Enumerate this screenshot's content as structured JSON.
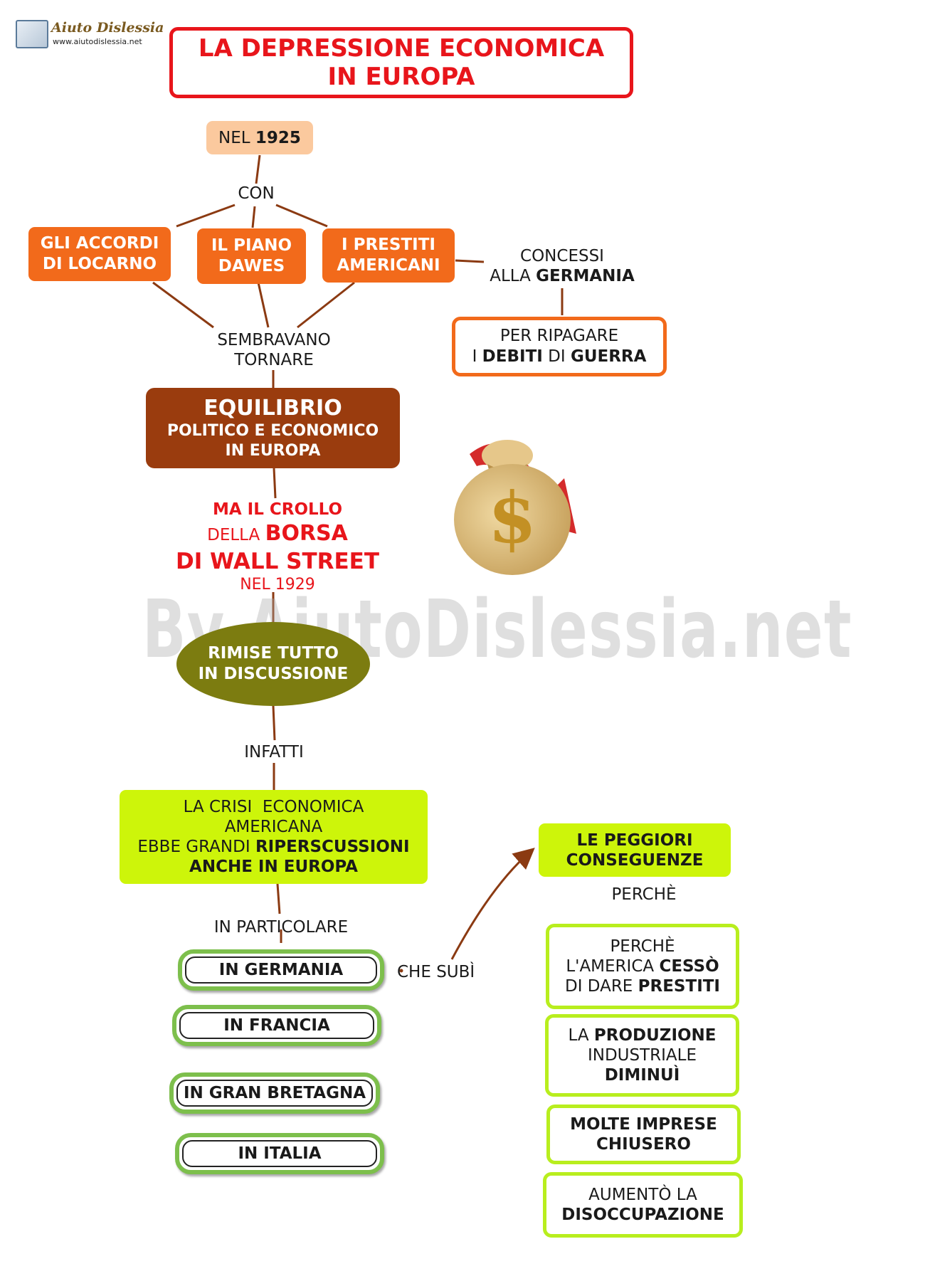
{
  "logo": {
    "name": "Aiuto Dislessia",
    "url": "www.aiutodislessia.net"
  },
  "title": {
    "line1": "LA DEPRESSIONE ECONOMICA",
    "line2": "IN EUROPA"
  },
  "year": {
    "prefix": "NEL",
    "value": "1925"
  },
  "connectors": {
    "con": "CON",
    "sembravano1": "SEMBRAVANO",
    "sembravano2": "TORNARE",
    "infatti": "INFATTI",
    "in_particolare": "IN PARTICOLARE",
    "che_subi": "CHE SUBÌ",
    "perche": "PERCHÈ"
  },
  "factors": [
    {
      "line1": "GLI ACCORDI",
      "line2": "DI LOCARNO"
    },
    {
      "line1": "IL PIANO",
      "line2": "DAWES"
    },
    {
      "line1": "I PRESTITI",
      "line2": "AMERICANI"
    }
  ],
  "loans_note": {
    "line1": "CONCESSI",
    "line2_prefix": "ALLA",
    "line2_bold": "GERMANIA"
  },
  "debts": {
    "line1": "PER RIPAGARE",
    "l2a": "I",
    "l2b": "DEBITI",
    "l2c": "DI",
    "l2d": "GUERRA"
  },
  "equilibrium": {
    "line1": "EQUILIBRIO",
    "line2": "POLITICO E ECONOMICO",
    "line3": "IN EUROPA"
  },
  "crash": {
    "line1": "MA IL CROLLO",
    "line2_prefix": "DELLA",
    "line2_bold": "BORSA",
    "line3": "DI WALL STREET",
    "line4": "NEL 1929"
  },
  "discussion": {
    "line1": "RIMISE TUTTO",
    "line2": "IN DISCUSSIONE"
  },
  "crisis": {
    "line1": "LA CRISI  ECONOMICA",
    "line2": "AMERICANA",
    "line3_prefix": "EBBE GRANDI",
    "line3_bold": "RIPERSCUSSIONI",
    "line4": "ANCHE IN EUROPA"
  },
  "countries": [
    "IN GERMANIA",
    "IN FRANCIA",
    "IN GRAN BRETAGNA",
    "IN ITALIA"
  ],
  "worst": {
    "line1": "LE PEGGIORI",
    "line2": "CONSEGUENZE"
  },
  "reasons": [
    {
      "a": "PERCHÈ",
      "b1": "L'AMERICA",
      "b2": "CESSÒ",
      "c1": "DI DARE",
      "c2": "PRESTITI"
    },
    {
      "a1": "LA",
      "a2": "PRODUZIONE",
      "b": "INDUSTRIALE",
      "c": "DIMINUÌ"
    },
    {
      "a": "MOLTE IMPRESE",
      "b": "CHIUSERO"
    },
    {
      "a": "AUMENTÒ LA",
      "b": "DISOCCUPAZIONE"
    }
  ],
  "watermark": "By AiutoDislessia.net",
  "icons": {
    "money_bag": "money-bag-icon",
    "down_arrow": "falling-arrow-icon",
    "dollar": "dollar-icon"
  },
  "colors": {
    "title_red": "#e8151b",
    "orange": "#f26a1b",
    "brown": "#9a3c0e",
    "olive": "#7c7c10",
    "lime": "#cdf50a",
    "green_border": "#b8ee1e",
    "pill_green": "#7dbf4c",
    "line": "#8b3a12"
  }
}
